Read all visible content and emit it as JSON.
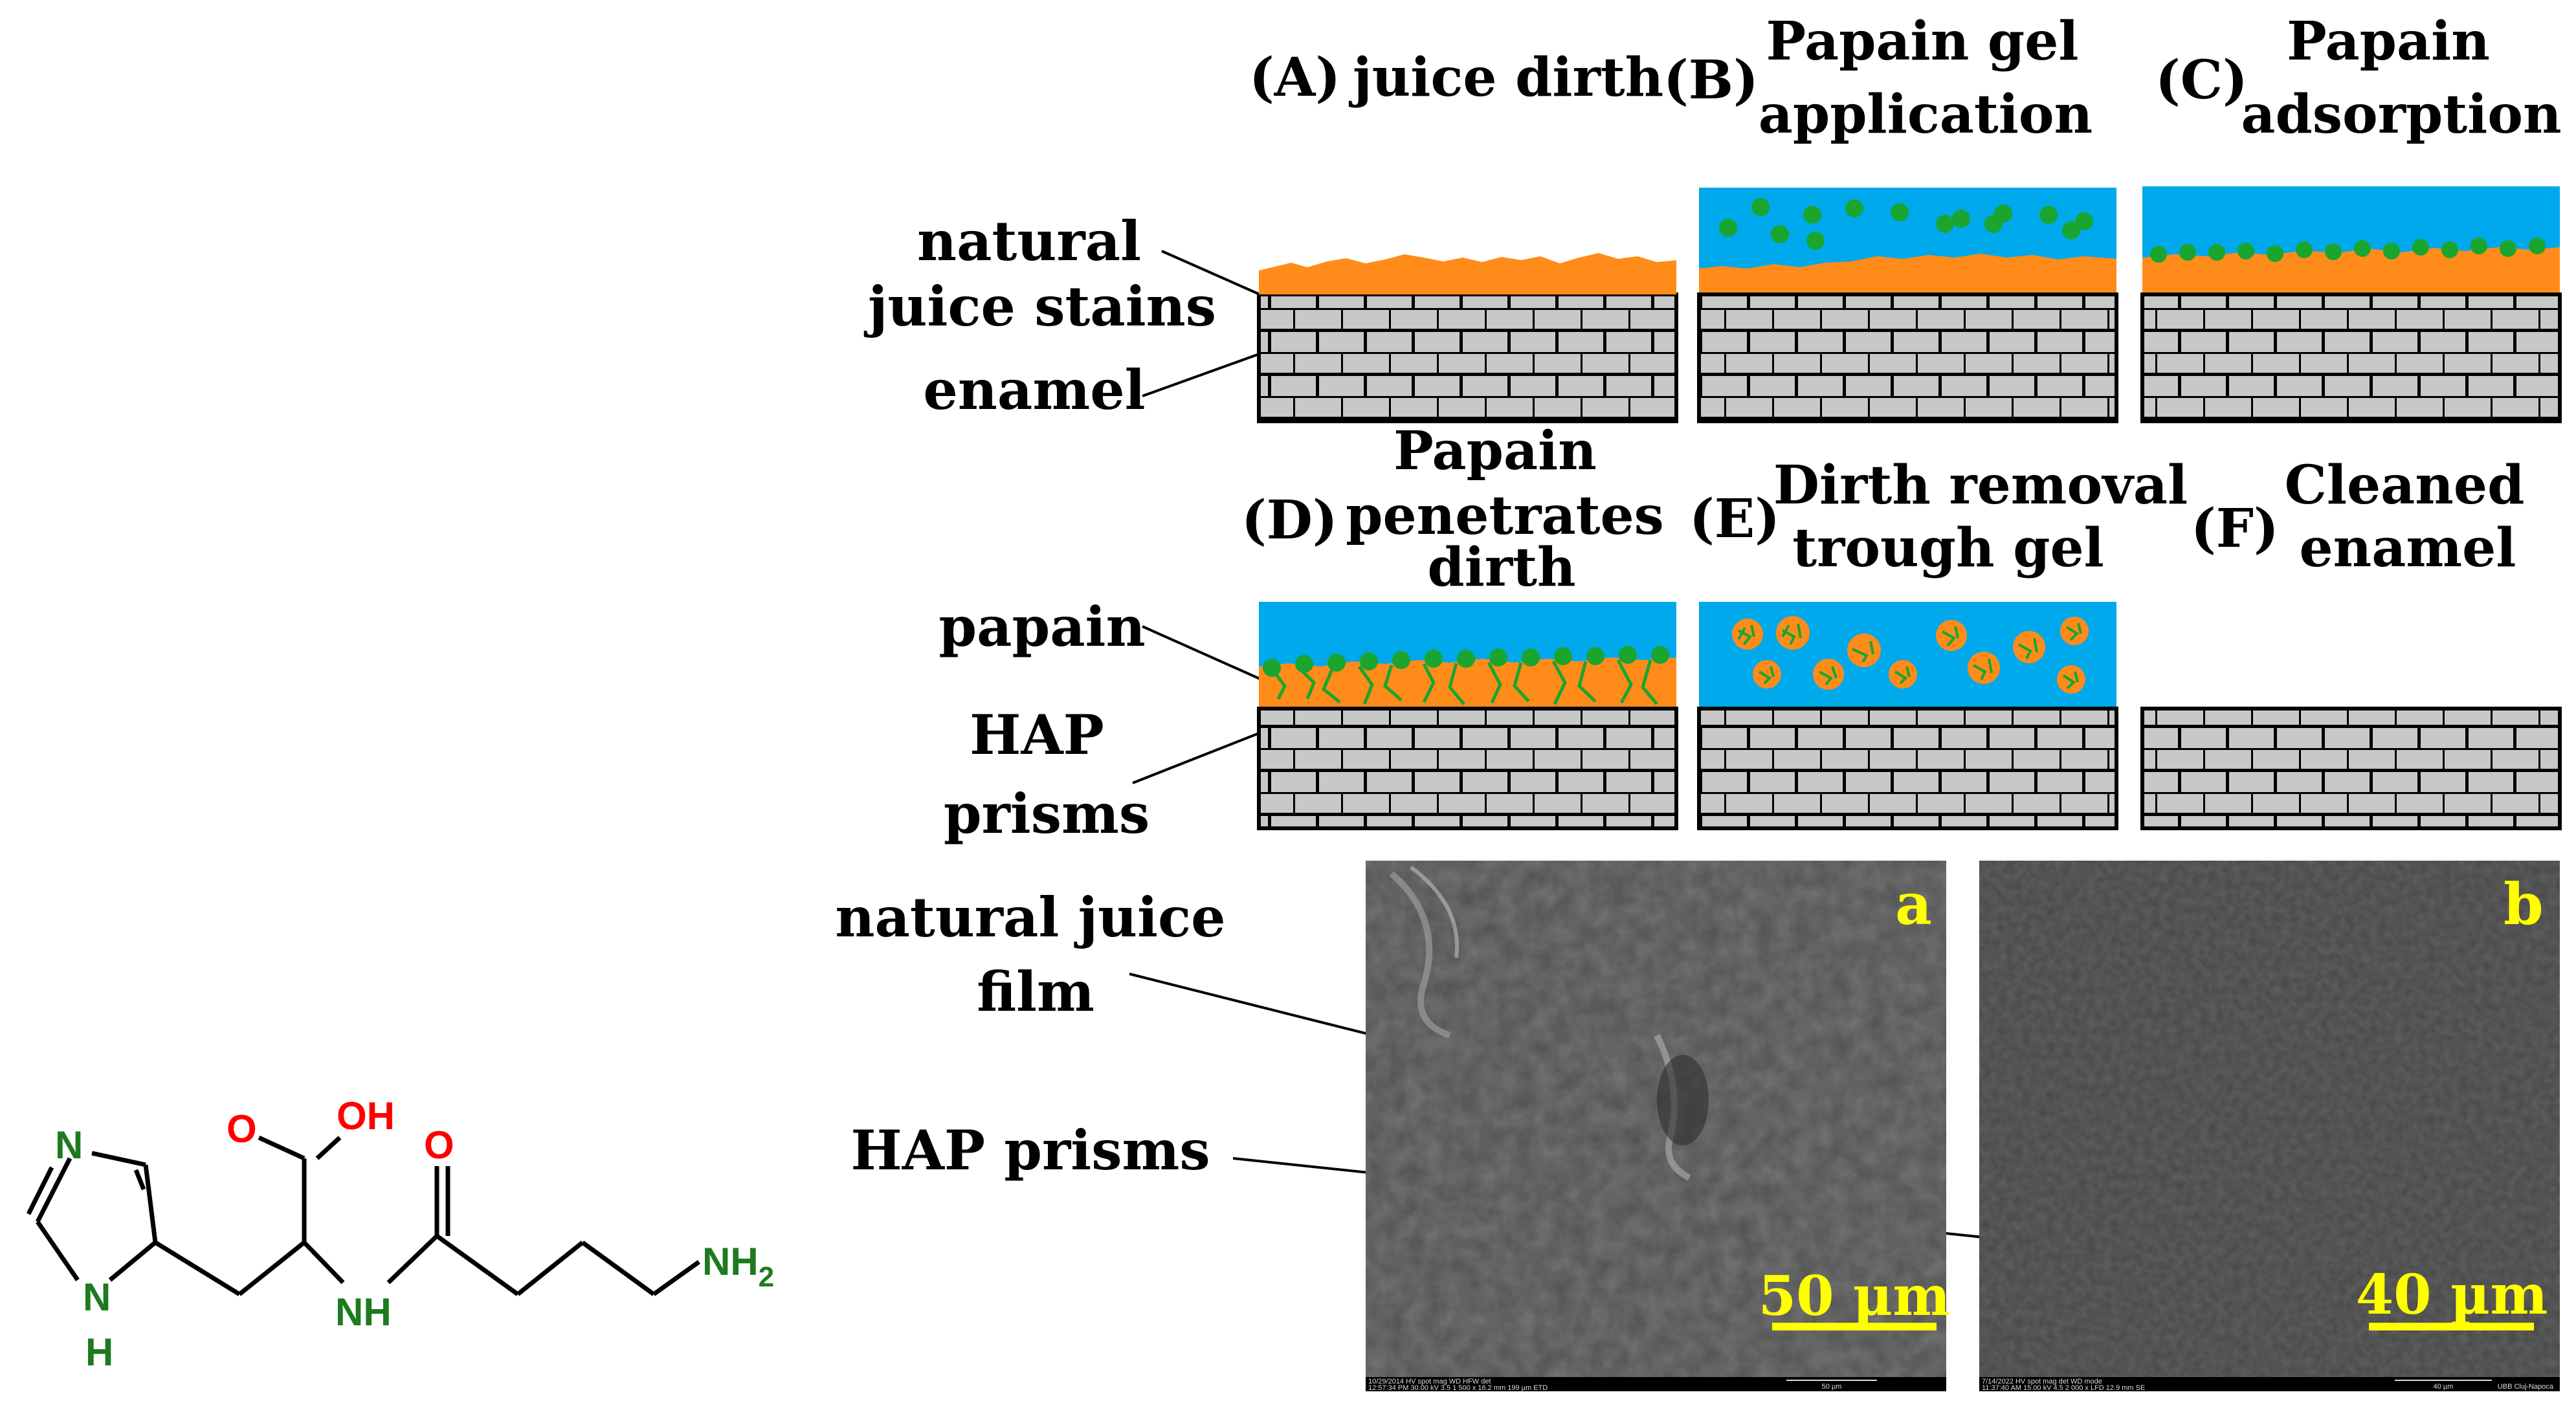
{
  "panels": {
    "A": {
      "letter": "(A)",
      "lines": [
        "juice dirth"
      ]
    },
    "B": {
      "letter": "(B)",
      "lines": [
        "Papain gel",
        "application"
      ]
    },
    "C": {
      "letter": "(C)",
      "lines": [
        "Papain",
        "adsorption"
      ]
    },
    "D": {
      "letter": "(D)",
      "lines": [
        "Papain",
        "penetrates",
        "dirth"
      ]
    },
    "E": {
      "letter": "(E)",
      "lines": [
        "Dirth removal",
        "trough gel"
      ]
    },
    "F": {
      "letter": "(F)",
      "lines": [
        "Cleaned",
        "enamel"
      ]
    }
  },
  "side_labels": {
    "natural": "natural",
    "juice_stains": "juice stains",
    "enamel": "enamel",
    "papain": "papain",
    "hap": "HAP",
    "prisms": "prisms",
    "natural_juice": "natural juice",
    "film": "film",
    "hap_prisms": "HAP prisms"
  },
  "sem": {
    "a": {
      "mark": "a",
      "scale": "50 µm",
      "info_top": "10/29/2014    HV      spot    mag      WD      HFW     det",
      "info_bottom": "12:57:34 PM  30.00 kV  3.5  1 500 x  16.2 mm  199 µm  ETD",
      "info_scale": "50 µm"
    },
    "b": {
      "mark": "b",
      "scale": "40 µm",
      "info_top": "7/14/2022    HV      spot    mag     det     WD      mode",
      "info_bottom": "11:37:40 AM  15.00 kV  4.5  2 000 x  LFD  12.9 mm   SE",
      "info_scale": "40 µm",
      "info_inst": "UBB Cluj-Napoca"
    }
  },
  "molecule": {
    "n_ring_top": "N",
    "n_ring_bottom": "N",
    "h_ring": "H",
    "o_carbonyl": "O",
    "oh": "OH",
    "nh": "NH",
    "o_amide": "O",
    "nh2": "NH",
    "nh2_sub": "2"
  },
  "colors": {
    "juice": "#ff8c1a",
    "gel": "#00a8ec",
    "papain": "#1aa52e",
    "enamel": "#c8c8c8",
    "oxygen": "#ff0000",
    "nitrogen": "#1e7a1e",
    "sem_label": "#ffff00"
  }
}
